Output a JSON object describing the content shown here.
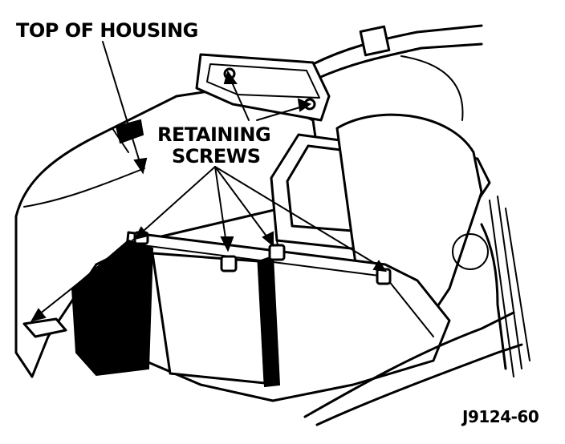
{
  "labels": {
    "top_of_housing": "TOP OF HOUSING",
    "retaining_line1": "RETAINING",
    "retaining_line2": "SCREWS",
    "figure_code": "J9124-60"
  }
}
